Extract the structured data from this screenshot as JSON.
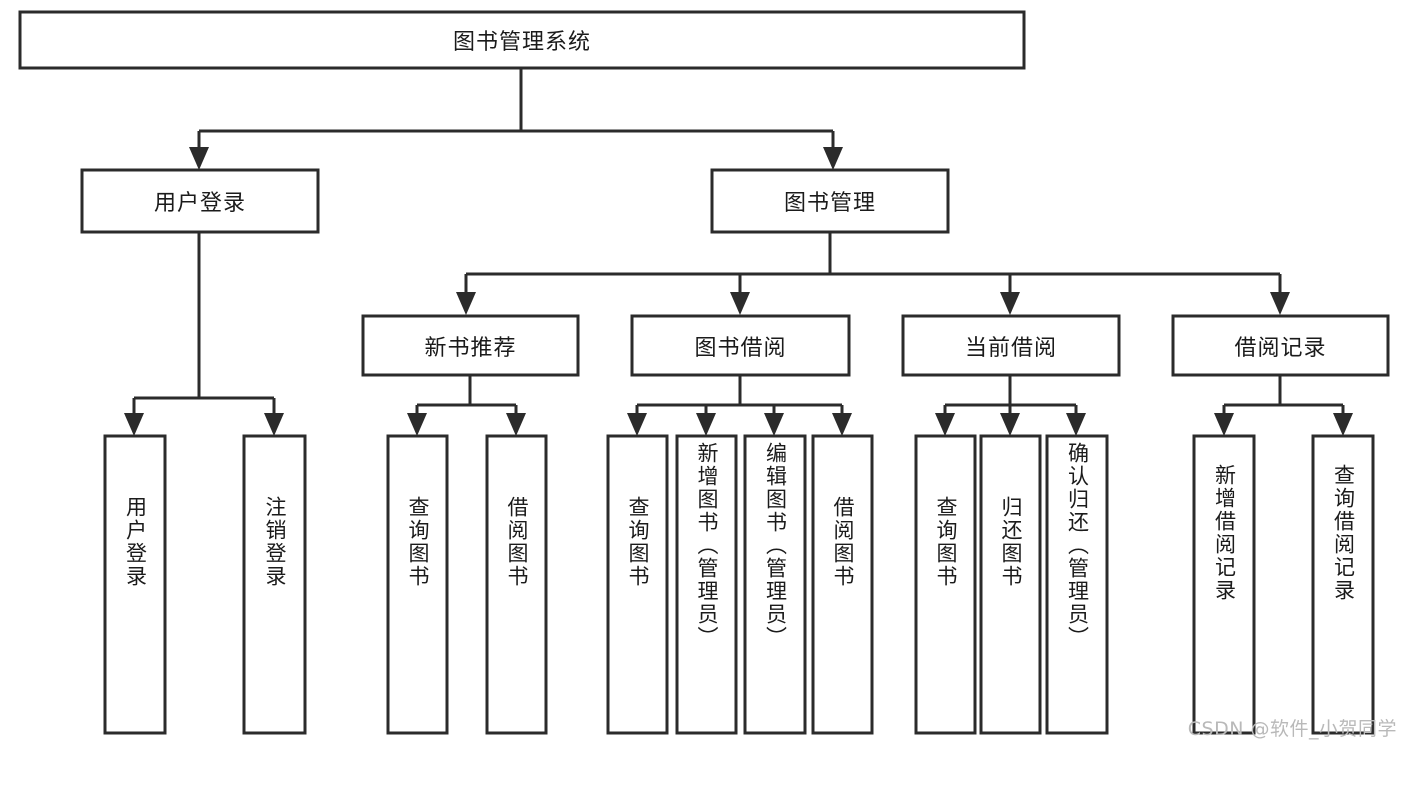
{
  "diagram": {
    "type": "tree",
    "title": "图书管理系统",
    "orientation": "top-down",
    "colors": {
      "box_stroke": "#2b2b2b",
      "box_fill": "#ffffff",
      "connector": "#2b2b2b",
      "text": "#1b1b1b",
      "watermark": "#b9b9b9",
      "background": "#ffffff"
    },
    "root": {
      "label": "图书管理系统",
      "text_orientation": "horizontal"
    },
    "level2": [
      {
        "label": "用户登录",
        "text_orientation": "horizontal"
      },
      {
        "label": "图书管理",
        "text_orientation": "horizontal"
      }
    ],
    "level3": [
      {
        "label": "新书推荐",
        "text_orientation": "horizontal"
      },
      {
        "label": "图书借阅",
        "text_orientation": "horizontal"
      },
      {
        "label": "当前借阅",
        "text_orientation": "horizontal"
      },
      {
        "label": "借阅记录",
        "text_orientation": "horizontal"
      }
    ],
    "leaves": {
      "user_login": [
        {
          "label": "用户登录",
          "text_orientation": "vertical"
        },
        {
          "label": "注销登录",
          "text_orientation": "vertical"
        }
      ],
      "new_book_recommend": [
        {
          "label": "查询图书",
          "text_orientation": "vertical"
        },
        {
          "label": "借阅图书",
          "text_orientation": "vertical"
        }
      ],
      "book_borrow": [
        {
          "label": "查询图书",
          "text_orientation": "vertical"
        },
        {
          "label": "新增图书（管理员）",
          "text_orientation": "vertical"
        },
        {
          "label": "编辑图书（管理员）",
          "text_orientation": "vertical"
        },
        {
          "label": "借阅图书",
          "text_orientation": "vertical"
        }
      ],
      "current_borrow": [
        {
          "label": "查询图书",
          "text_orientation": "vertical"
        },
        {
          "label": "归还图书",
          "text_orientation": "vertical"
        },
        {
          "label": "确认归还（管理员）",
          "text_orientation": "vertical"
        }
      ],
      "borrow_record": [
        {
          "label": "新增借阅记录",
          "text_orientation": "vertical"
        },
        {
          "label": "查询借阅记录",
          "text_orientation": "vertical"
        }
      ]
    },
    "edges": [
      {
        "from": "图书管理系统",
        "to": "用户登录"
      },
      {
        "from": "图书管理系统",
        "to": "图书管理"
      },
      {
        "from": "用户登录",
        "to": "用户登录"
      },
      {
        "from": "用户登录",
        "to": "注销登录"
      },
      {
        "from": "图书管理",
        "to": "新书推荐"
      },
      {
        "from": "图书管理",
        "to": "图书借阅"
      },
      {
        "from": "图书管理",
        "to": "当前借阅"
      },
      {
        "from": "图书管理",
        "to": "借阅记录"
      },
      {
        "from": "新书推荐",
        "to": "查询图书"
      },
      {
        "from": "新书推荐",
        "to": "借阅图书"
      },
      {
        "from": "图书借阅",
        "to": "查询图书"
      },
      {
        "from": "图书借阅",
        "to": "新增图书（管理员）"
      },
      {
        "from": "图书借阅",
        "to": "编辑图书（管理员）"
      },
      {
        "from": "图书借阅",
        "to": "借阅图书"
      },
      {
        "from": "当前借阅",
        "to": "查询图书"
      },
      {
        "from": "当前借阅",
        "to": "归还图书"
      },
      {
        "from": "当前借阅",
        "to": "确认归还（管理员）"
      },
      {
        "from": "借阅记录",
        "to": "新增借阅记录"
      },
      {
        "from": "借阅记录",
        "to": "查询借阅记录"
      }
    ]
  },
  "watermark": {
    "text": "CSDN @软件_小贺同学"
  }
}
